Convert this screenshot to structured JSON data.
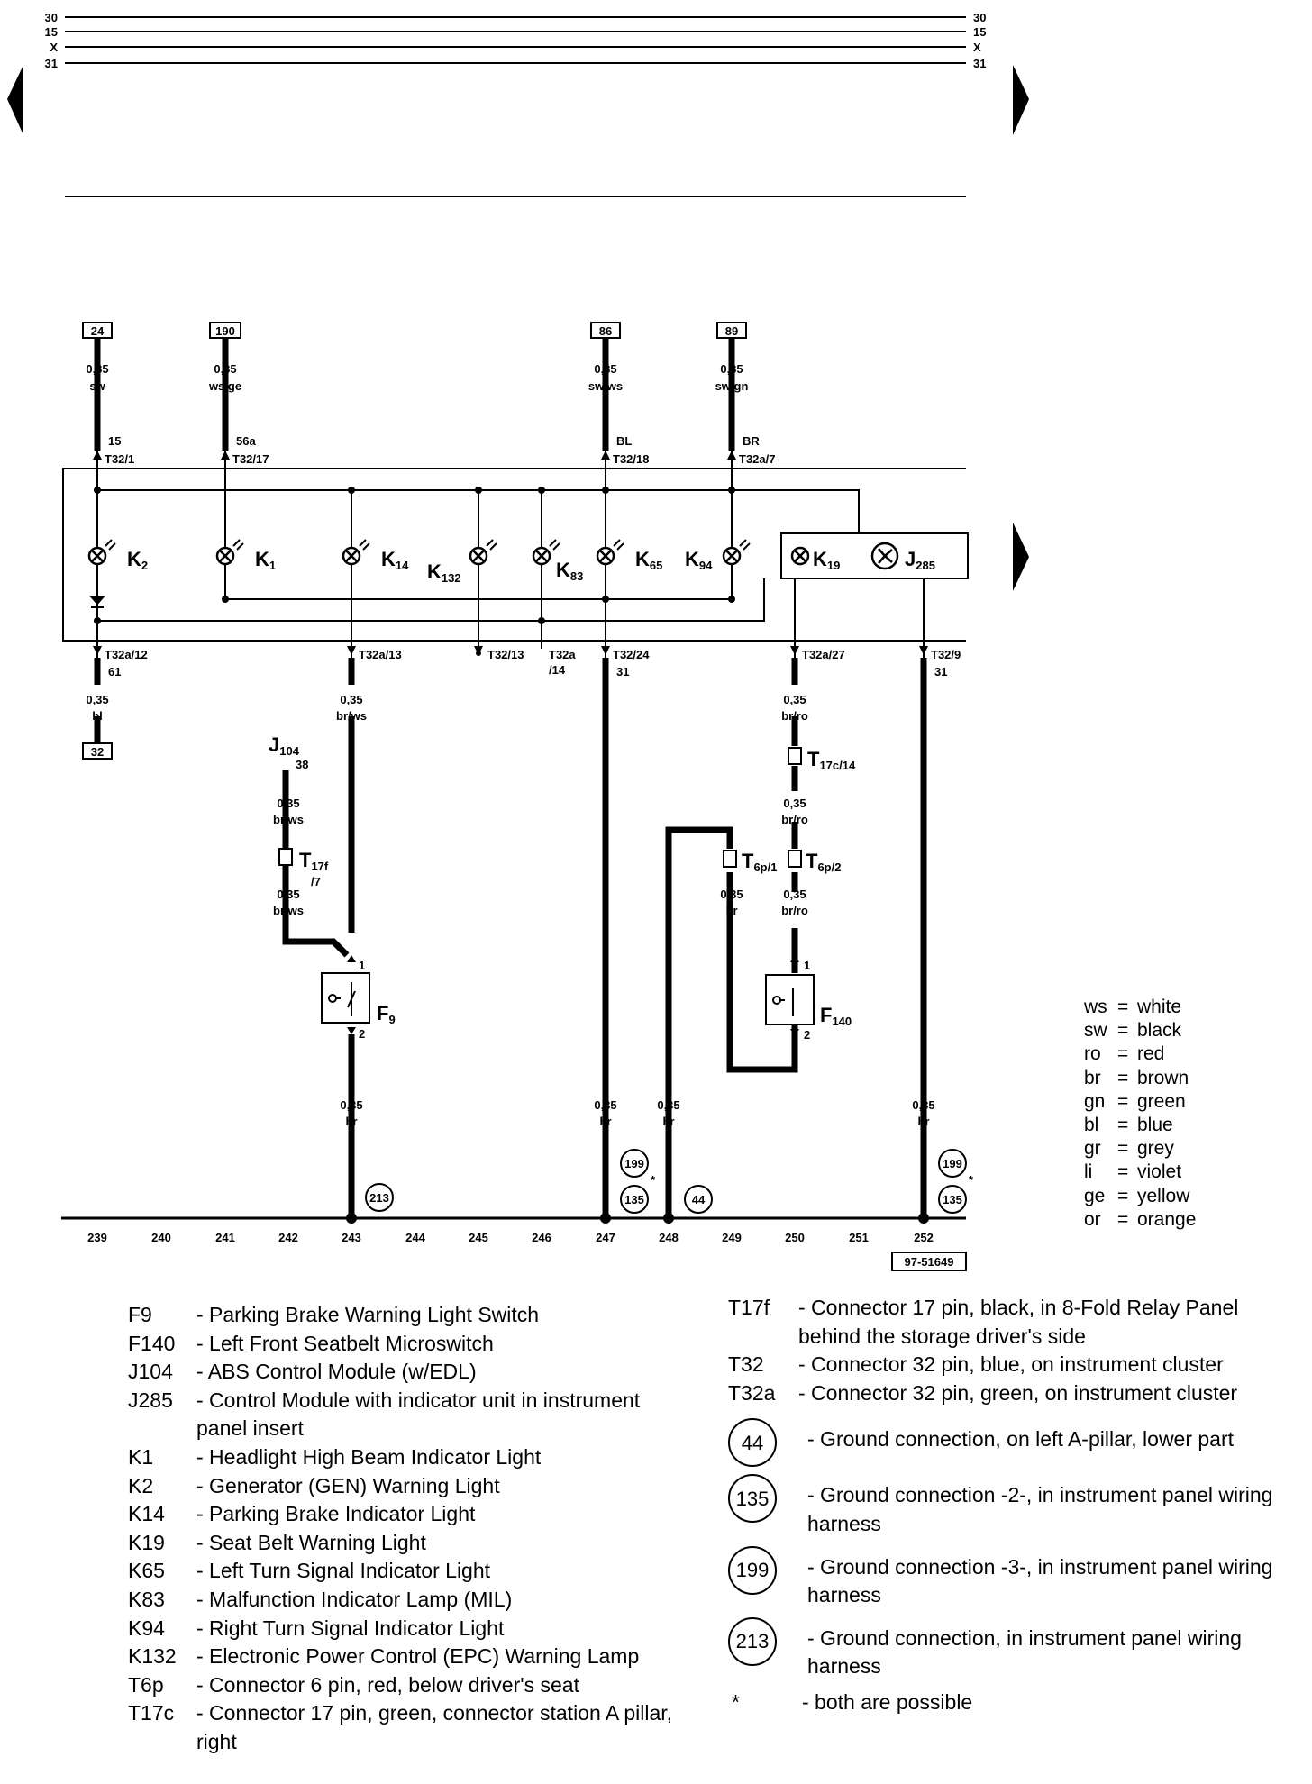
{
  "bus": {
    "labels": [
      "30",
      "15",
      "X",
      "31"
    ]
  },
  "feeds": [
    {
      "box": "24",
      "size": "0,35",
      "color": "sw",
      "term": "15",
      "conn": "T32/1"
    },
    {
      "box": "190",
      "size": "0,35",
      "color": "ws/ge",
      "term": "56a",
      "conn": "T32/17"
    },
    {
      "box": "86",
      "size": "0,35",
      "color": "sw/ws",
      "term": "BL",
      "conn": "T32/18"
    },
    {
      "box": "89",
      "size": "0,35",
      "color": "sw/gn",
      "term": "BR",
      "conn": "T32a/7"
    }
  ],
  "lamps": [
    {
      "code": "K",
      "sub": "2"
    },
    {
      "code": "K",
      "sub": "1"
    },
    {
      "code": "K",
      "sub": "14"
    },
    {
      "code": "K",
      "sub": "132"
    },
    {
      "code": "K",
      "sub": "83"
    },
    {
      "code": "K",
      "sub": "65"
    },
    {
      "code": "K",
      "sub": "94"
    },
    {
      "code": "K",
      "sub": "19"
    },
    {
      "code": "J",
      "sub": "285"
    }
  ],
  "outputs": [
    {
      "conn": "T32a/12",
      "term": "61",
      "size": "0,35",
      "color": "bl",
      "box": "32"
    },
    {
      "conn": "T32a/13",
      "size": "0,35",
      "color": "br/ws"
    },
    {
      "conn": "T32/13"
    },
    {
      "conn": "T32a",
      "conn2": "/14"
    },
    {
      "conn": "T32/24",
      "term": "31"
    },
    {
      "conn": "T32a/27",
      "size": "0,35",
      "color": "br/ro"
    },
    {
      "conn": "T32/9",
      "term": "31"
    }
  ],
  "j104": {
    "code": "J",
    "sub": "104",
    "pin": "38",
    "size": "0,35",
    "color": "br/ws",
    "conn": "T",
    "conn_sub": "17f",
    "conn_sub2": "/7",
    "size2": "0,35",
    "color2": "br/ws"
  },
  "f9": {
    "code": "F",
    "sub": "9",
    "pin1": "1",
    "pin2": "2",
    "size": "0,35",
    "color": "br"
  },
  "f140": {
    "code": "F",
    "sub": "140",
    "pin1": "1",
    "pin2": "2"
  },
  "t17c": {
    "conn": "T",
    "sub": "17c/14",
    "size": "0,35",
    "color": "br/ro"
  },
  "t6p1": {
    "conn": "T",
    "sub": "6p/1",
    "size": "0,35",
    "color": "br"
  },
  "t6p2": {
    "conn": "T",
    "sub": "6p/2",
    "size": "0,35",
    "color": "br/ro"
  },
  "lower_wires": [
    {
      "size": "0,35",
      "color": "br"
    },
    {
      "size": "0,35",
      "color": "br"
    },
    {
      "size": "0,35",
      "color": "br"
    }
  ],
  "grounds": [
    "213",
    "199",
    "135",
    "44",
    "199",
    "135"
  ],
  "asterisk": "*",
  "columns": [
    "239",
    "240",
    "241",
    "242",
    "243",
    "244",
    "245",
    "246",
    "247",
    "248",
    "249",
    "250",
    "251",
    "252"
  ],
  "figure_id": "97-51649",
  "colors_legend": [
    {
      "code": "ws",
      "name": "white"
    },
    {
      "code": "sw",
      "name": "black"
    },
    {
      "code": "ro",
      "name": "red"
    },
    {
      "code": "br",
      "name": "brown"
    },
    {
      "code": "gn",
      "name": "green"
    },
    {
      "code": "bl",
      "name": "blue"
    },
    {
      "code": "gr",
      "name": "grey"
    },
    {
      "code": "li",
      "name": "violet"
    },
    {
      "code": "ge",
      "name": "yellow"
    },
    {
      "code": "or",
      "name": "orange"
    }
  ],
  "legend_left": [
    {
      "code": "F9",
      "desc": "- Parking Brake Warning Light Switch"
    },
    {
      "code": "F140",
      "desc": "- Left Front Seatbelt Microswitch"
    },
    {
      "code": "J104",
      "desc": "- ABS Control Module (w/EDL)"
    },
    {
      "code": "J285",
      "desc": "- Control Module with indicator unit in instrument panel insert"
    },
    {
      "code": "K1",
      "desc": "- Headlight High Beam Indicator Light"
    },
    {
      "code": "K2",
      "desc": "- Generator (GEN) Warning Light"
    },
    {
      "code": "K14",
      "desc": "- Parking Brake Indicator Light"
    },
    {
      "code": "K19",
      "desc": "- Seat Belt Warning Light"
    },
    {
      "code": "K65",
      "desc": "- Left Turn Signal Indicator Light"
    },
    {
      "code": "K83",
      "desc": "- Malfunction Indicator Lamp (MIL)"
    },
    {
      "code": "K94",
      "desc": "- Right Turn Signal Indicator Light"
    },
    {
      "code": "K132",
      "desc": "- Electronic Power Control (EPC) Warning Lamp"
    },
    {
      "code": "T6p",
      "desc": "- Connector 6 pin, red, below driver's seat"
    },
    {
      "code": "T17c",
      "desc": "- Connector 17 pin, green, connector station A pillar, right"
    }
  ],
  "legend_right": [
    {
      "code": "T17f",
      "desc": "- Connector 17 pin, black, in 8-Fold Relay Panel behind the storage driver's side"
    },
    {
      "code": "T32",
      "desc": "- Connector 32 pin, blue, on  instrument cluster"
    },
    {
      "code": "T32a",
      "desc": "- Connector 32 pin, green, on  instrument cluster"
    }
  ],
  "legend_grounds": [
    {
      "num": "44",
      "desc": "- Ground connection, on left A-pillar, lower part"
    },
    {
      "num": "135",
      "desc": "- Ground connection -2-, in instrument panel wiring harness"
    },
    {
      "num": "199",
      "desc": "- Ground connection -3-, in instrument panel wiring harness"
    },
    {
      "num": "213",
      "desc": "- Ground connection, in instrument panel wiring harness"
    }
  ],
  "legend_note": {
    "sym": "*",
    "desc": "- both are possible"
  }
}
